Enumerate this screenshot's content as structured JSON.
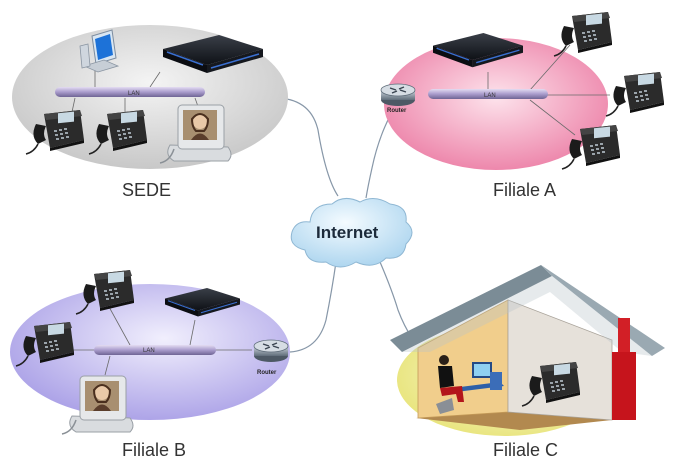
{
  "diagram": {
    "cloud": {
      "label": "Internet"
    },
    "sites": {
      "sede": {
        "label": "SEDE",
        "lan_label": "LAN"
      },
      "filiale_a": {
        "label": "Filiale A",
        "lan_label": "LAN",
        "router_label": "Router"
      },
      "filiale_b": {
        "label": "Filiale B",
        "lan_label": "LAN",
        "router_label": "Router"
      },
      "filiale_c": {
        "label": "Filiale C"
      }
    },
    "colors": {
      "sede_ellipse": "#d9d9d9",
      "filiale_a_ellipse": "#f4a9c3",
      "filiale_b_ellipse": "#c9c3ef",
      "filiale_c_ellipse": "#f2f0a6",
      "cloud": "#c9e4f5",
      "lan_bar": "#a79ac4",
      "link": "#8797a8"
    }
  }
}
